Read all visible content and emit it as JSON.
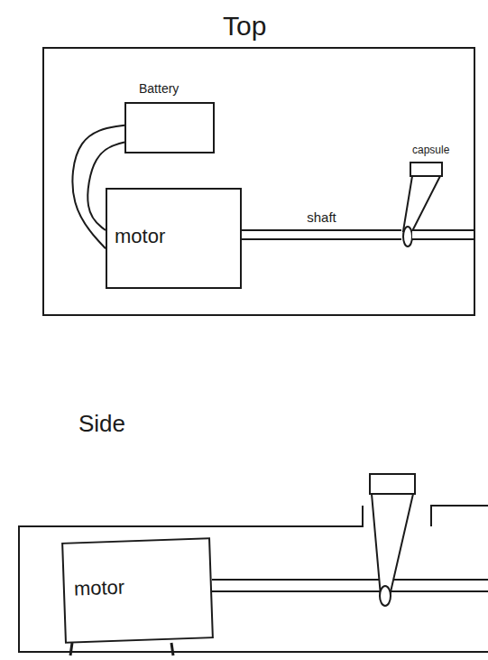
{
  "diagram": {
    "nodes": [
      {
        "text": [
          "Top"
        ]
      },
      {
        "text": [
          "Battery"
        ],
        "in": 0
      },
      {
        "text": [
          "motor"
        ],
        "in": 0
      },
      {
        "text": [
          "capsule"
        ],
        "in": 0
      },
      {
        "text": [
          "Side"
        ]
      },
      {
        "text": [
          "motor"
        ],
        "in": 4
      }
    ],
    "edges": [
      {
        "from": 1,
        "to": 2,
        "arrow": "none"
      },
      {
        "from": 2,
        "to": 3,
        "arrow": "none",
        "label": "shaft"
      }
    ]
  }
}
